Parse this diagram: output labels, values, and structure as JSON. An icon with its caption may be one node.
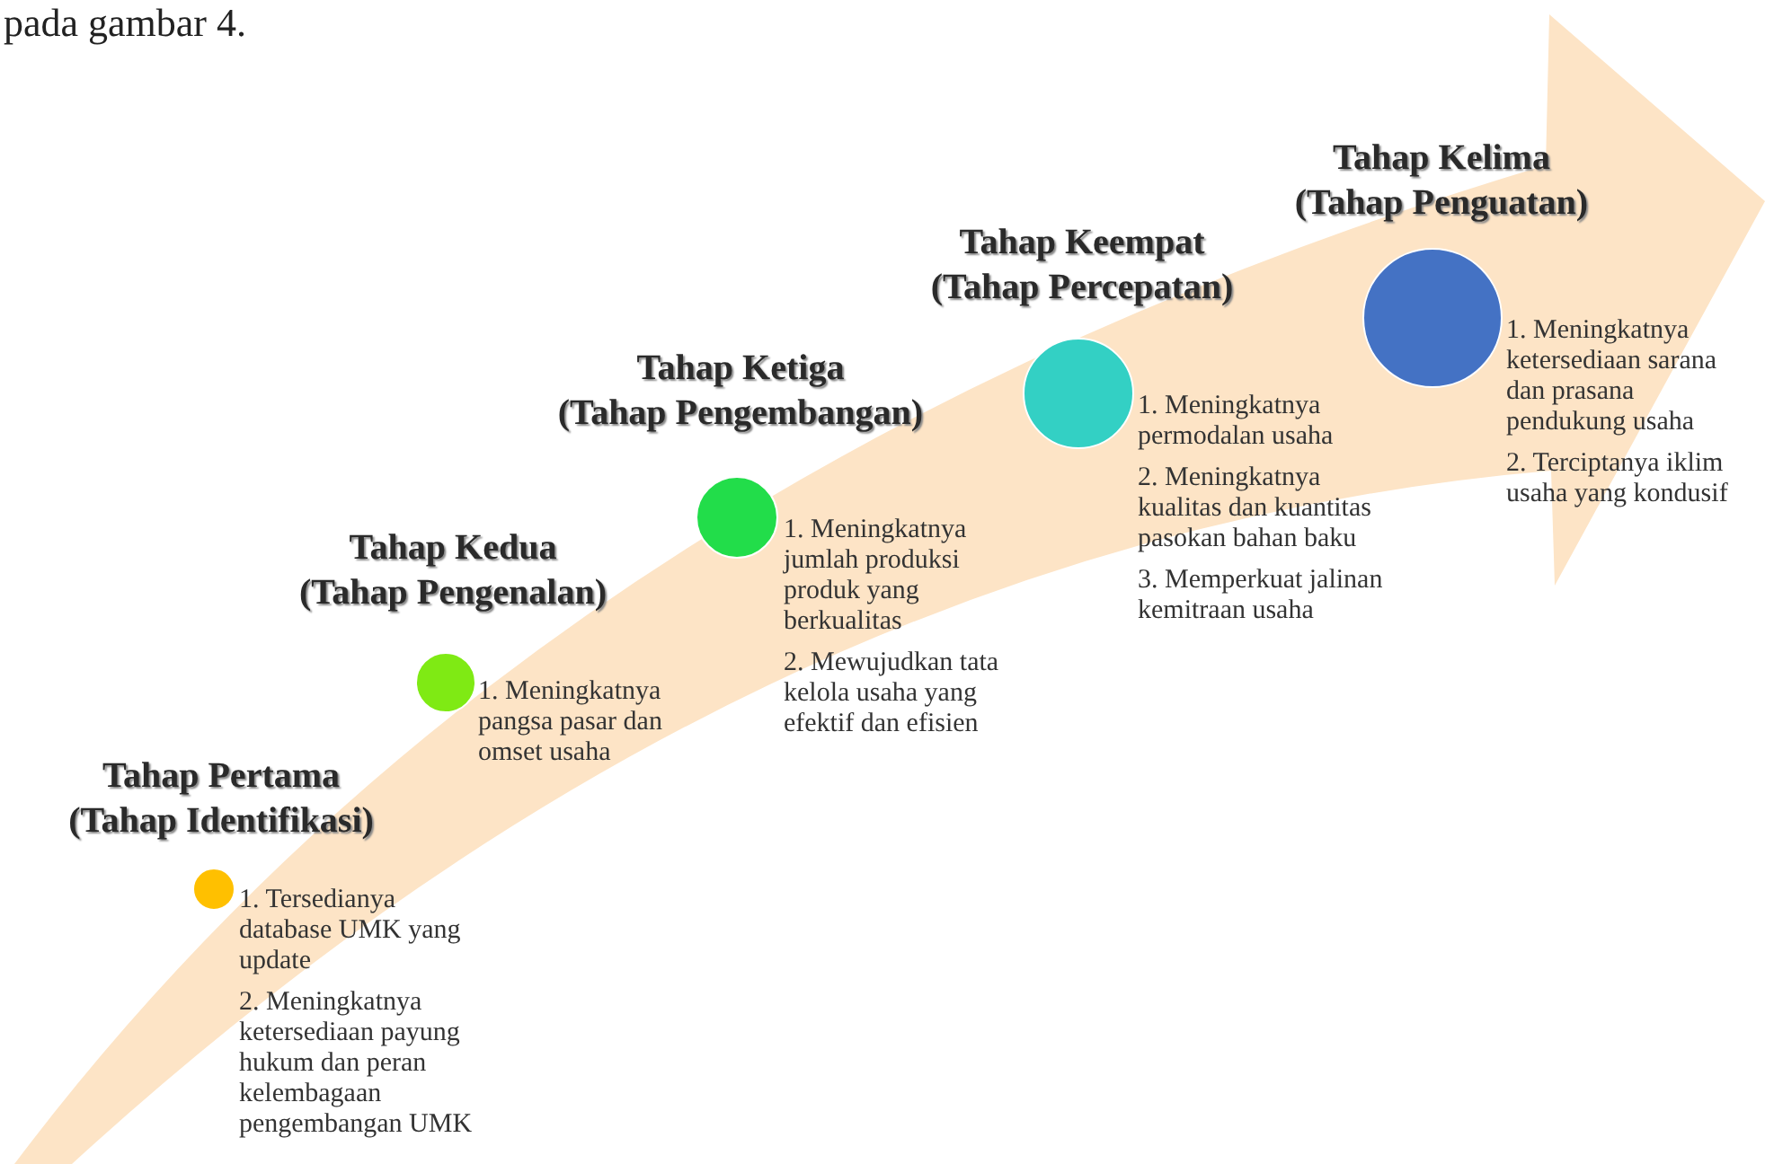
{
  "diagram": {
    "nodes": [
      {
        "text": [
          "Tahap Pertama (Tahap Identifikasi)"
        ],
        "beside": [
          "1. Tersedianya database UMK yang update",
          "2. Meningkatnya ketersediaan payung hukum dan peran kelembagaan pengembangan UMK"
        ]
      },
      {
        "text": [
          "Tahap Kedua (Tahap Pengenalan)"
        ],
        "beside": [
          "1. Meningkatnya pangsa pasar dan omset usaha"
        ]
      },
      {
        "text": [
          "Tahap Ketiga (Tahap Pengembangan)"
        ],
        "beside": [
          "1. Meningkatnya jumlah produksi produk yang berkualitas",
          "2. Mewujudkan tata kelola usaha yang efektif dan efisien"
        ]
      },
      {
        "text": [
          "Tahap Keempat (Tahap Percepatan)"
        ],
        "beside": [
          "1. Meningkatnya permodalan usaha",
          "2. Meningkatnya kualitas dan kuantitas pasokan bahan baku",
          "3. Memperkuat jalinan kemitraan usaha"
        ]
      },
      {
        "text": [
          "Tahap Kelima (Tahap Penguatan)"
        ],
        "beside": [
          "1. Meningkatnya ketersediaan sarana dan prasana pendukung usaha",
          "2. Terciptanya iklim usaha yang kondusif"
        ]
      }
    ],
    "labels": [
      "pada gambar 4."
    ]
  }
}
